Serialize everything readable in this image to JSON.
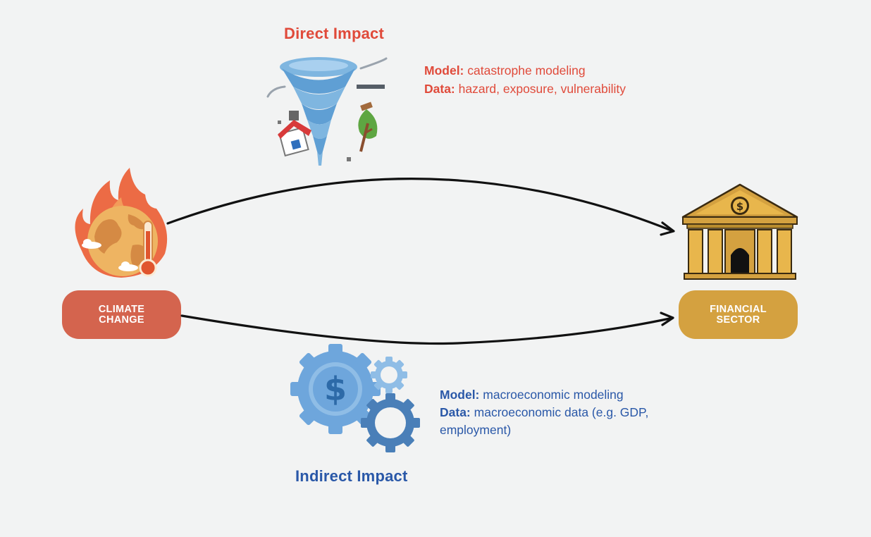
{
  "direct": {
    "title": "Direct Impact",
    "model_label": "Model:",
    "model_text": " catastrophe modeling",
    "data_label": "Data:",
    "data_text": " hazard, exposure, vulnerability"
  },
  "indirect": {
    "title": "Indirect Impact",
    "model_label": "Model:",
    "model_text": " macroeconomic modeling",
    "data_label": "Data:",
    "data_text": " macroeconomic data (e.g. GDP, employment)"
  },
  "nodes": {
    "climate_line1": "CLIMATE",
    "climate_line2": "CHANGE",
    "financial_line1": "FINANCIAL",
    "financial_line2": "SECTOR"
  },
  "colors": {
    "direct": "#e04a3a",
    "indirect": "#2a58a8",
    "climate": "#d4644e",
    "financial": "#d4a140",
    "background": "#f2f3f3"
  },
  "icons": [
    "tornado-icon",
    "burning-globe-icon",
    "bank-icon",
    "dollar-gears-icon"
  ]
}
